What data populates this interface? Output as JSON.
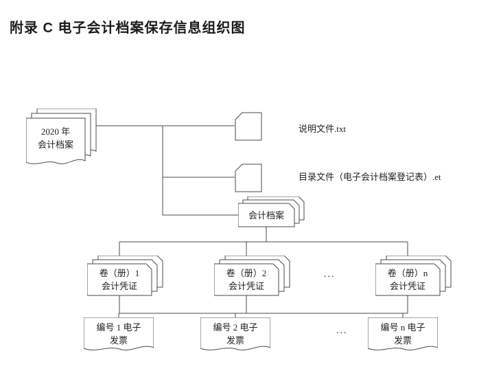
{
  "page": {
    "title": "附录 C  电子会计档案保存信息组织图"
  },
  "diagram": {
    "root": {
      "line1": "2020 年",
      "line2": "会计档案"
    },
    "readme_file": {
      "label": "说明文件.txt"
    },
    "catalog_file": {
      "label": "目录文件（电子会计档案登记表）.et"
    },
    "archive": {
      "label": "会计档案"
    },
    "volumes": [
      {
        "line1": "卷（册）1",
        "line2": "会计凭证"
      },
      {
        "line1": "卷（册）2",
        "line2": "会计凭证"
      },
      {
        "line1": "卷（册）n",
        "line2": "会计凭证"
      }
    ],
    "volumes_ellipsis": "...",
    "invoices": [
      {
        "line1": "编号 1 电子",
        "line2": "发票"
      },
      {
        "line1": "编号 2 电子",
        "line2": "发票"
      },
      {
        "line1": "编号 n 电子",
        "line2": "发票"
      }
    ],
    "invoices_ellipsis": "..."
  }
}
